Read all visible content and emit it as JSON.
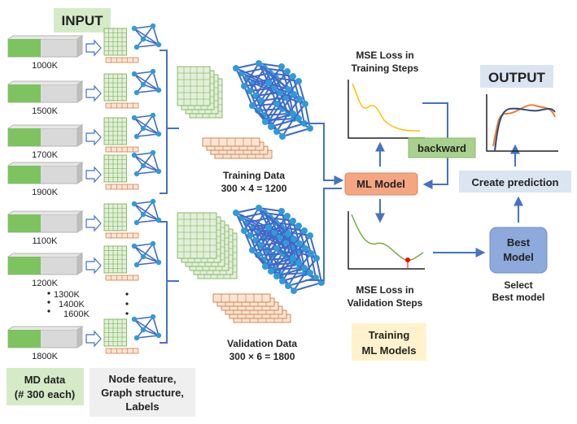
{
  "input_label": "INPUT",
  "output_label": "OUTPUT",
  "md_samples": {
    "training": [
      "1000K",
      "1500K",
      "1700K",
      "1900K"
    ],
    "validation": [
      "1100K",
      "1200K",
      "1800K"
    ],
    "ellipsis_temps": [
      "1300K",
      "1400K",
      "1600K"
    ]
  },
  "md_data_label": [
    "MD data",
    "(# 300 each)"
  ],
  "node_feature_label": [
    "Node feature,",
    "Graph structure,",
    "Labels"
  ],
  "training_data_label": [
    "Training Data",
    "300 × 4 = 1200"
  ],
  "validation_data_label": [
    "Validation Data",
    "300 × 6 = 1800"
  ],
  "mse_training_label": [
    "MSE Loss in",
    "Training Steps"
  ],
  "mse_validation_label": [
    "MSE Loss in",
    "Validation Steps"
  ],
  "ml_model_label": "ML Model",
  "backward_label": "backward",
  "create_prediction_label": "Create prediction",
  "best_model_label": [
    "Best",
    "Model"
  ],
  "select_best_label": [
    "Select",
    "Best model"
  ],
  "training_ml_label": [
    "Training",
    "ML Models"
  ],
  "colors": {
    "input_bg": "#d5ebc8",
    "output_bg": "#dbe5f1",
    "ml_model_fill": "#f4a582",
    "backward_fill": "#a9d18e",
    "best_model_fill": "#8ea9db",
    "training_box": "#fff2cc",
    "arrow": "#4472c4",
    "graph_node": "#2f9bd8",
    "graph_edge": "#4068c8"
  }
}
